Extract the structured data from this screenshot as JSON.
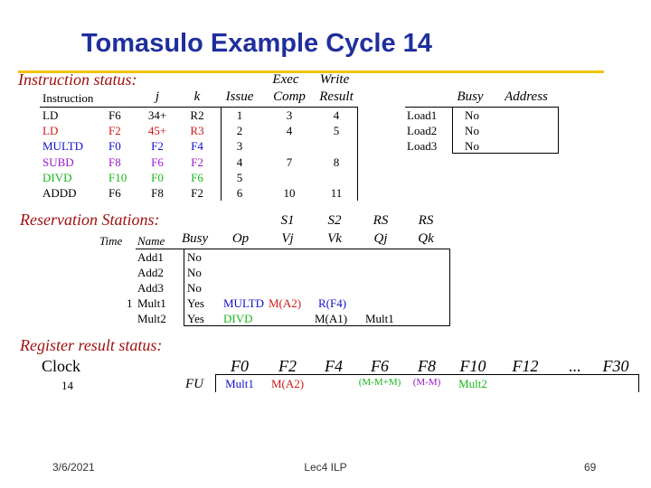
{
  "title": "Tomasulo Example Cycle 14",
  "instruction_status": {
    "section_label": "Instruction status:",
    "headers": {
      "exec_top": "Exec",
      "write_top": "Write",
      "instruction": "Instruction",
      "j": "j",
      "k": "k",
      "issue": "Issue",
      "comp": "Comp",
      "result": "Result"
    },
    "rows": [
      {
        "op": "LD",
        "dest": "F6",
        "j": "34+",
        "k": "R2",
        "issue": "1",
        "comp": "3",
        "result": "4"
      },
      {
        "op": "LD",
        "dest": "F2",
        "j": "45+",
        "k": "R3",
        "issue": "2",
        "comp": "4",
        "result": "5"
      },
      {
        "op": "MULTD",
        "dest": "F0",
        "j": "F2",
        "k": "F4",
        "issue": "3",
        "comp": "",
        "result": ""
      },
      {
        "op": "SUBD",
        "dest": "F8",
        "j": "F6",
        "k": "F2",
        "issue": "4",
        "comp": "7",
        "result": "8"
      },
      {
        "op": "DIVD",
        "dest": "F10",
        "j": "F0",
        "k": "F6",
        "issue": "5",
        "comp": "",
        "result": ""
      },
      {
        "op": "ADDD",
        "dest": "F6",
        "j": "F8",
        "k": "F2",
        "issue": "6",
        "comp": "10",
        "result": "11"
      }
    ]
  },
  "load_buffers": {
    "headers": {
      "busy": "Busy",
      "address": "Address"
    },
    "rows": [
      {
        "name": "Load1",
        "busy": "No",
        "address": ""
      },
      {
        "name": "Load2",
        "busy": "No",
        "address": ""
      },
      {
        "name": "Load3",
        "busy": "No",
        "address": ""
      }
    ]
  },
  "reservation_stations": {
    "section_label": "Reservation Stations:",
    "headers": {
      "s1": "S1",
      "s2": "S2",
      "rs1": "RS",
      "rs2": "RS",
      "time": "Time",
      "name": "Name",
      "busy": "Busy",
      "op": "Op",
      "vj": "Vj",
      "vk": "Vk",
      "qj": "Qj",
      "qk": "Qk"
    },
    "rows": [
      {
        "time": "",
        "name": "Add1",
        "busy": "No",
        "op": "",
        "vj": "",
        "vk": "",
        "qj": "",
        "qk": ""
      },
      {
        "time": "",
        "name": "Add2",
        "busy": "No",
        "op": "",
        "vj": "",
        "vk": "",
        "qj": "",
        "qk": ""
      },
      {
        "time": "",
        "name": "Add3",
        "busy": "No",
        "op": "",
        "vj": "",
        "vk": "",
        "qj": "",
        "qk": ""
      },
      {
        "time": "1",
        "name": "Mult1",
        "busy": "Yes",
        "op": "MULTD",
        "vj": "M(A2)",
        "vk": "R(F4)",
        "qj": "",
        "qk": ""
      },
      {
        "time": "",
        "name": "Mult2",
        "busy": "Yes",
        "op": "DIVD",
        "vj": "",
        "vk": "M(A1)",
        "qj": "Mult1",
        "qk": ""
      }
    ]
  },
  "register_status": {
    "section_label": "Register result status:",
    "clock_label": "Clock",
    "clock_value": "14",
    "fu_label": "FU",
    "registers": [
      "F0",
      "F2",
      "F4",
      "F6",
      "F8",
      "F10",
      "F12",
      "...",
      "F30"
    ],
    "values": [
      "Mult1",
      "M(A2)",
      "",
      "(M-M+M)",
      "(M-M)",
      "Mult2",
      "",
      "",
      ""
    ]
  },
  "footer": {
    "date": "3/6/2021",
    "center": "Lec4 ILP",
    "page": "69"
  },
  "colors": {
    "title": "#1f2f9c",
    "rule": "#f2c200",
    "section": "#a01010",
    "red": "#d01818",
    "blue": "#1010c8",
    "purple": "#9b18c8",
    "green": "#18b818"
  }
}
